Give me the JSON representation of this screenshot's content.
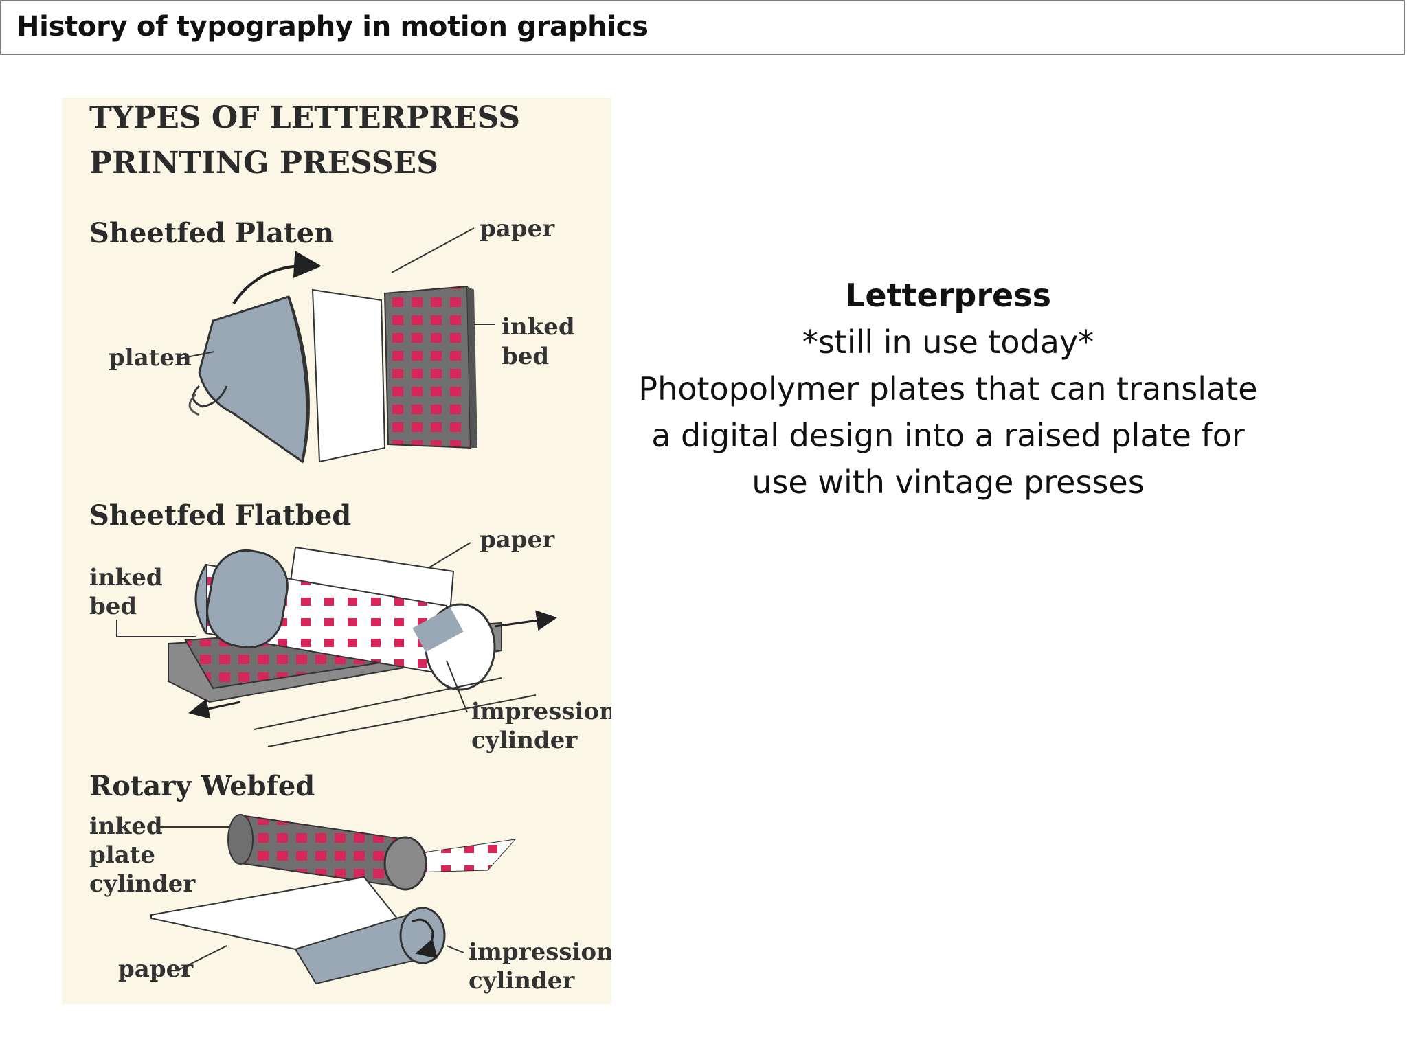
{
  "slide": {
    "title": "History of typography in motion graphics"
  },
  "figure": {
    "heading_line1": "TYPES OF LETTERPRESS",
    "heading_line2": "PRINTING PRESSES",
    "platen": {
      "title": "Sheetfed Platen",
      "label_paper": "paper",
      "label_platen": "platen",
      "label_inked": "inked",
      "label_bed": "bed"
    },
    "flatbed": {
      "title": "Sheetfed Flatbed",
      "label_paper": "paper",
      "label_inked": "inked",
      "label_bed": "bed",
      "label_impression": "impression",
      "label_cylinder": "cylinder"
    },
    "rotary": {
      "title": "Rotary Webfed",
      "label_inked": "inked",
      "label_plate": "plate",
      "label_cylinder": "cylinder",
      "label_paper": "paper",
      "label_impression": "impression",
      "label_cylinder2": "cylinder"
    }
  },
  "body_text": {
    "heading": "Letterpress",
    "line1": "*still in use today*",
    "line2": "Photopolymer plates that can translate",
    "line3": "a digital design into a raised plate for",
    "line4": "use with vintage presses"
  }
}
